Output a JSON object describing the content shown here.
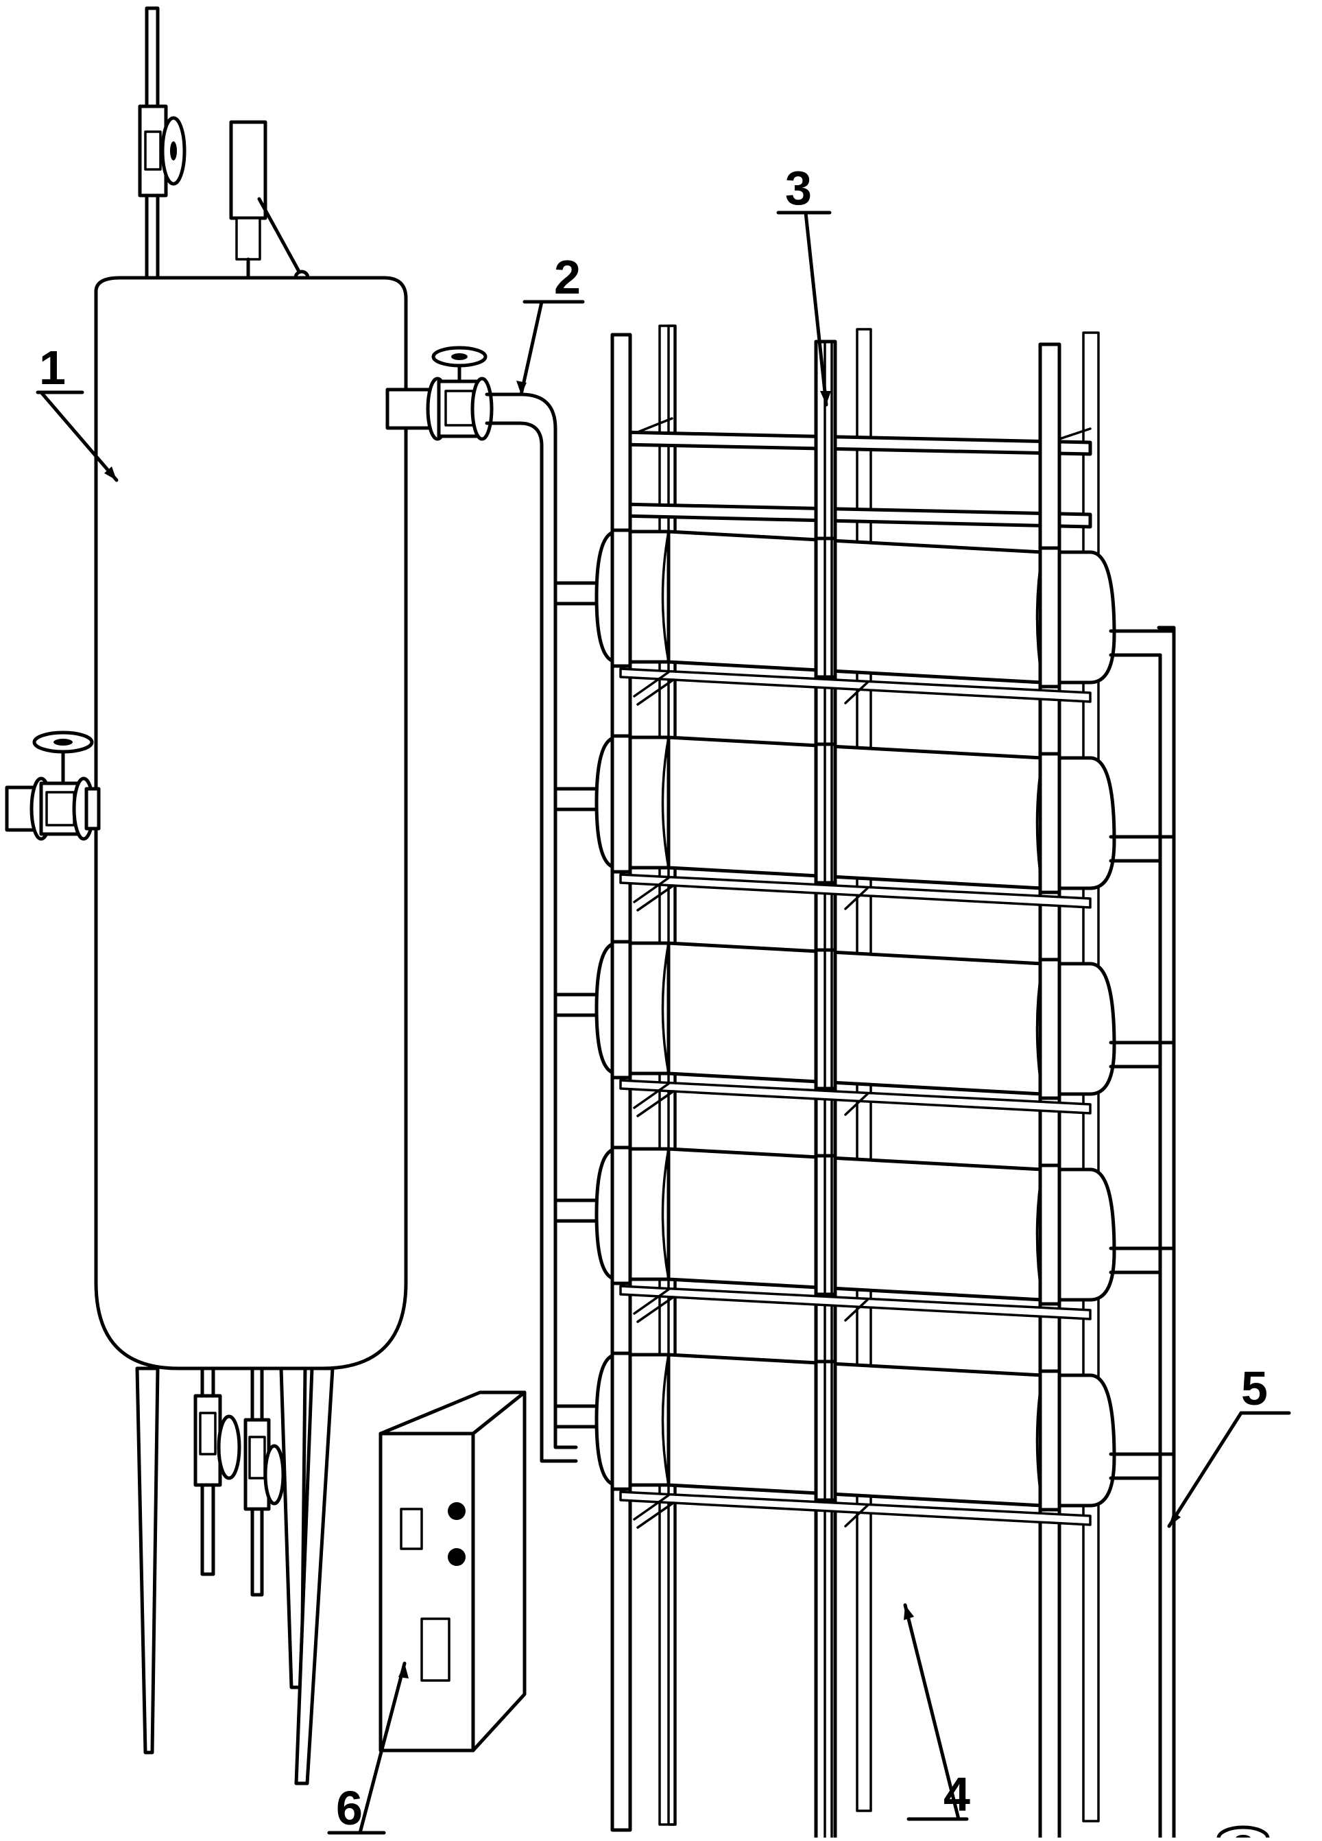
{
  "callouts": [
    {
      "id": "1",
      "label": "1"
    },
    {
      "id": "2",
      "label": "2"
    },
    {
      "id": "3",
      "label": "3"
    },
    {
      "id": "4",
      "label": "4"
    },
    {
      "id": "5",
      "label": "5"
    },
    {
      "id": "6",
      "label": "6"
    }
  ],
  "colors": {
    "line": "#000000",
    "background": "#ffffff"
  },
  "filter_count": 5
}
